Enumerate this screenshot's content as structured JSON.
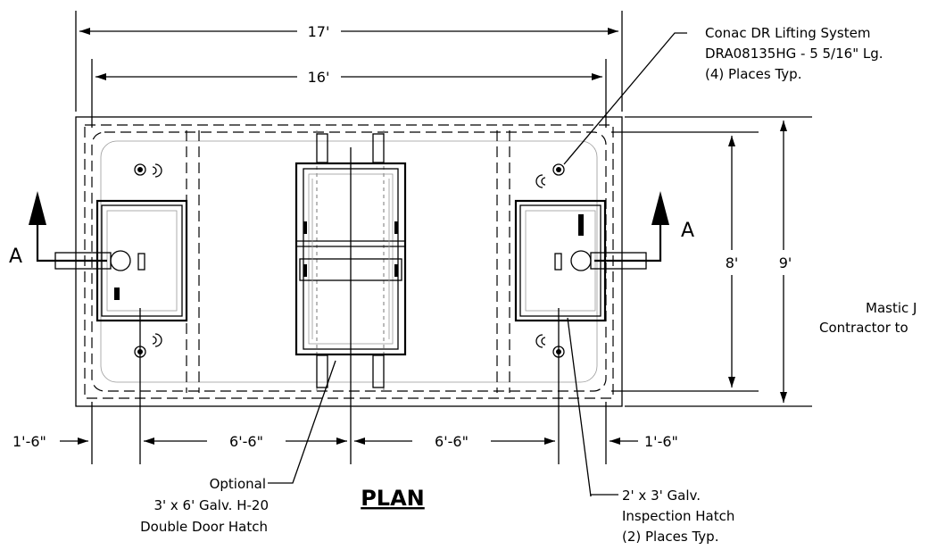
{
  "drawing": {
    "title": "PLAN",
    "dimensions": {
      "overall_length": "17'",
      "inner_length": "16'",
      "inner_width": "8'",
      "overall_width": "9'",
      "left_offset": "1'-6\"",
      "right_offset": "1'-6\"",
      "left_spacing": "6'-6\"",
      "right_spacing": "6'-6\""
    },
    "section_marks": {
      "left": "A",
      "right": "A"
    },
    "callouts": {
      "lifting_system": {
        "line1": "Conac DR Lifting System",
        "line2": "DRA08135HG - 5 5/16\" Lg.",
        "line3": "(4) Places Typ."
      },
      "double_door_hatch": {
        "line1": "Optional",
        "line2": "3' x 6' Galv. H-20",
        "line3": "Double Door Hatch"
      },
      "inspection_hatch": {
        "line1": "2' x 3' Galv.",
        "line2": "Inspection Hatch",
        "line3": "(2) Places Typ."
      },
      "mastic": {
        "line1": "Mastic J",
        "line2": "Contractor to"
      }
    }
  }
}
